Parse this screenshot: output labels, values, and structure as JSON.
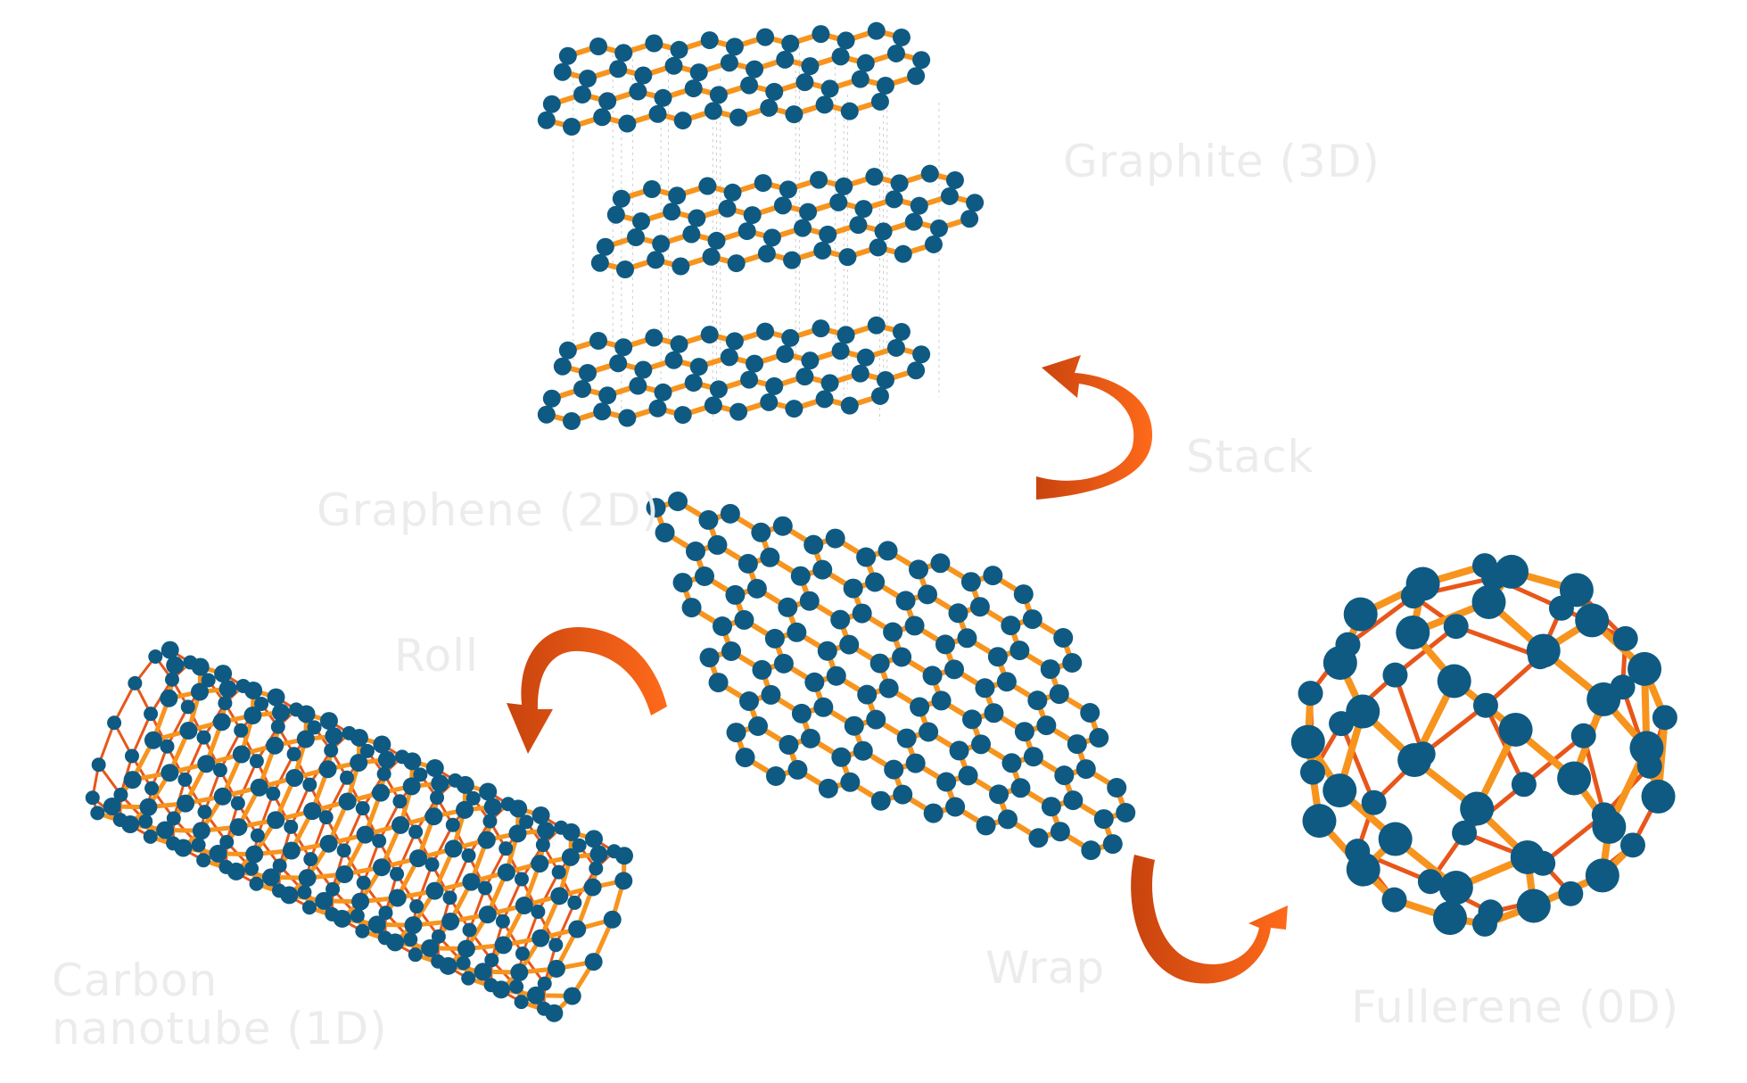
{
  "labels": {
    "graphite": "Graphite (3D)",
    "stack": "Stack",
    "graphene": "Graphene (2D)",
    "roll": "Roll",
    "nanotube_line1": "Carbon",
    "nanotube_line2": "nanotube (1D)",
    "wrap": "Wrap",
    "fullerene": "Fullerene (0D)"
  },
  "colors": {
    "atom": "#0f5a82",
    "bond": "#f7941d",
    "bond_dark": "#e8561a",
    "arrow": "#f26522",
    "arrow_dark": "#c8430e",
    "label": "#ececec"
  }
}
